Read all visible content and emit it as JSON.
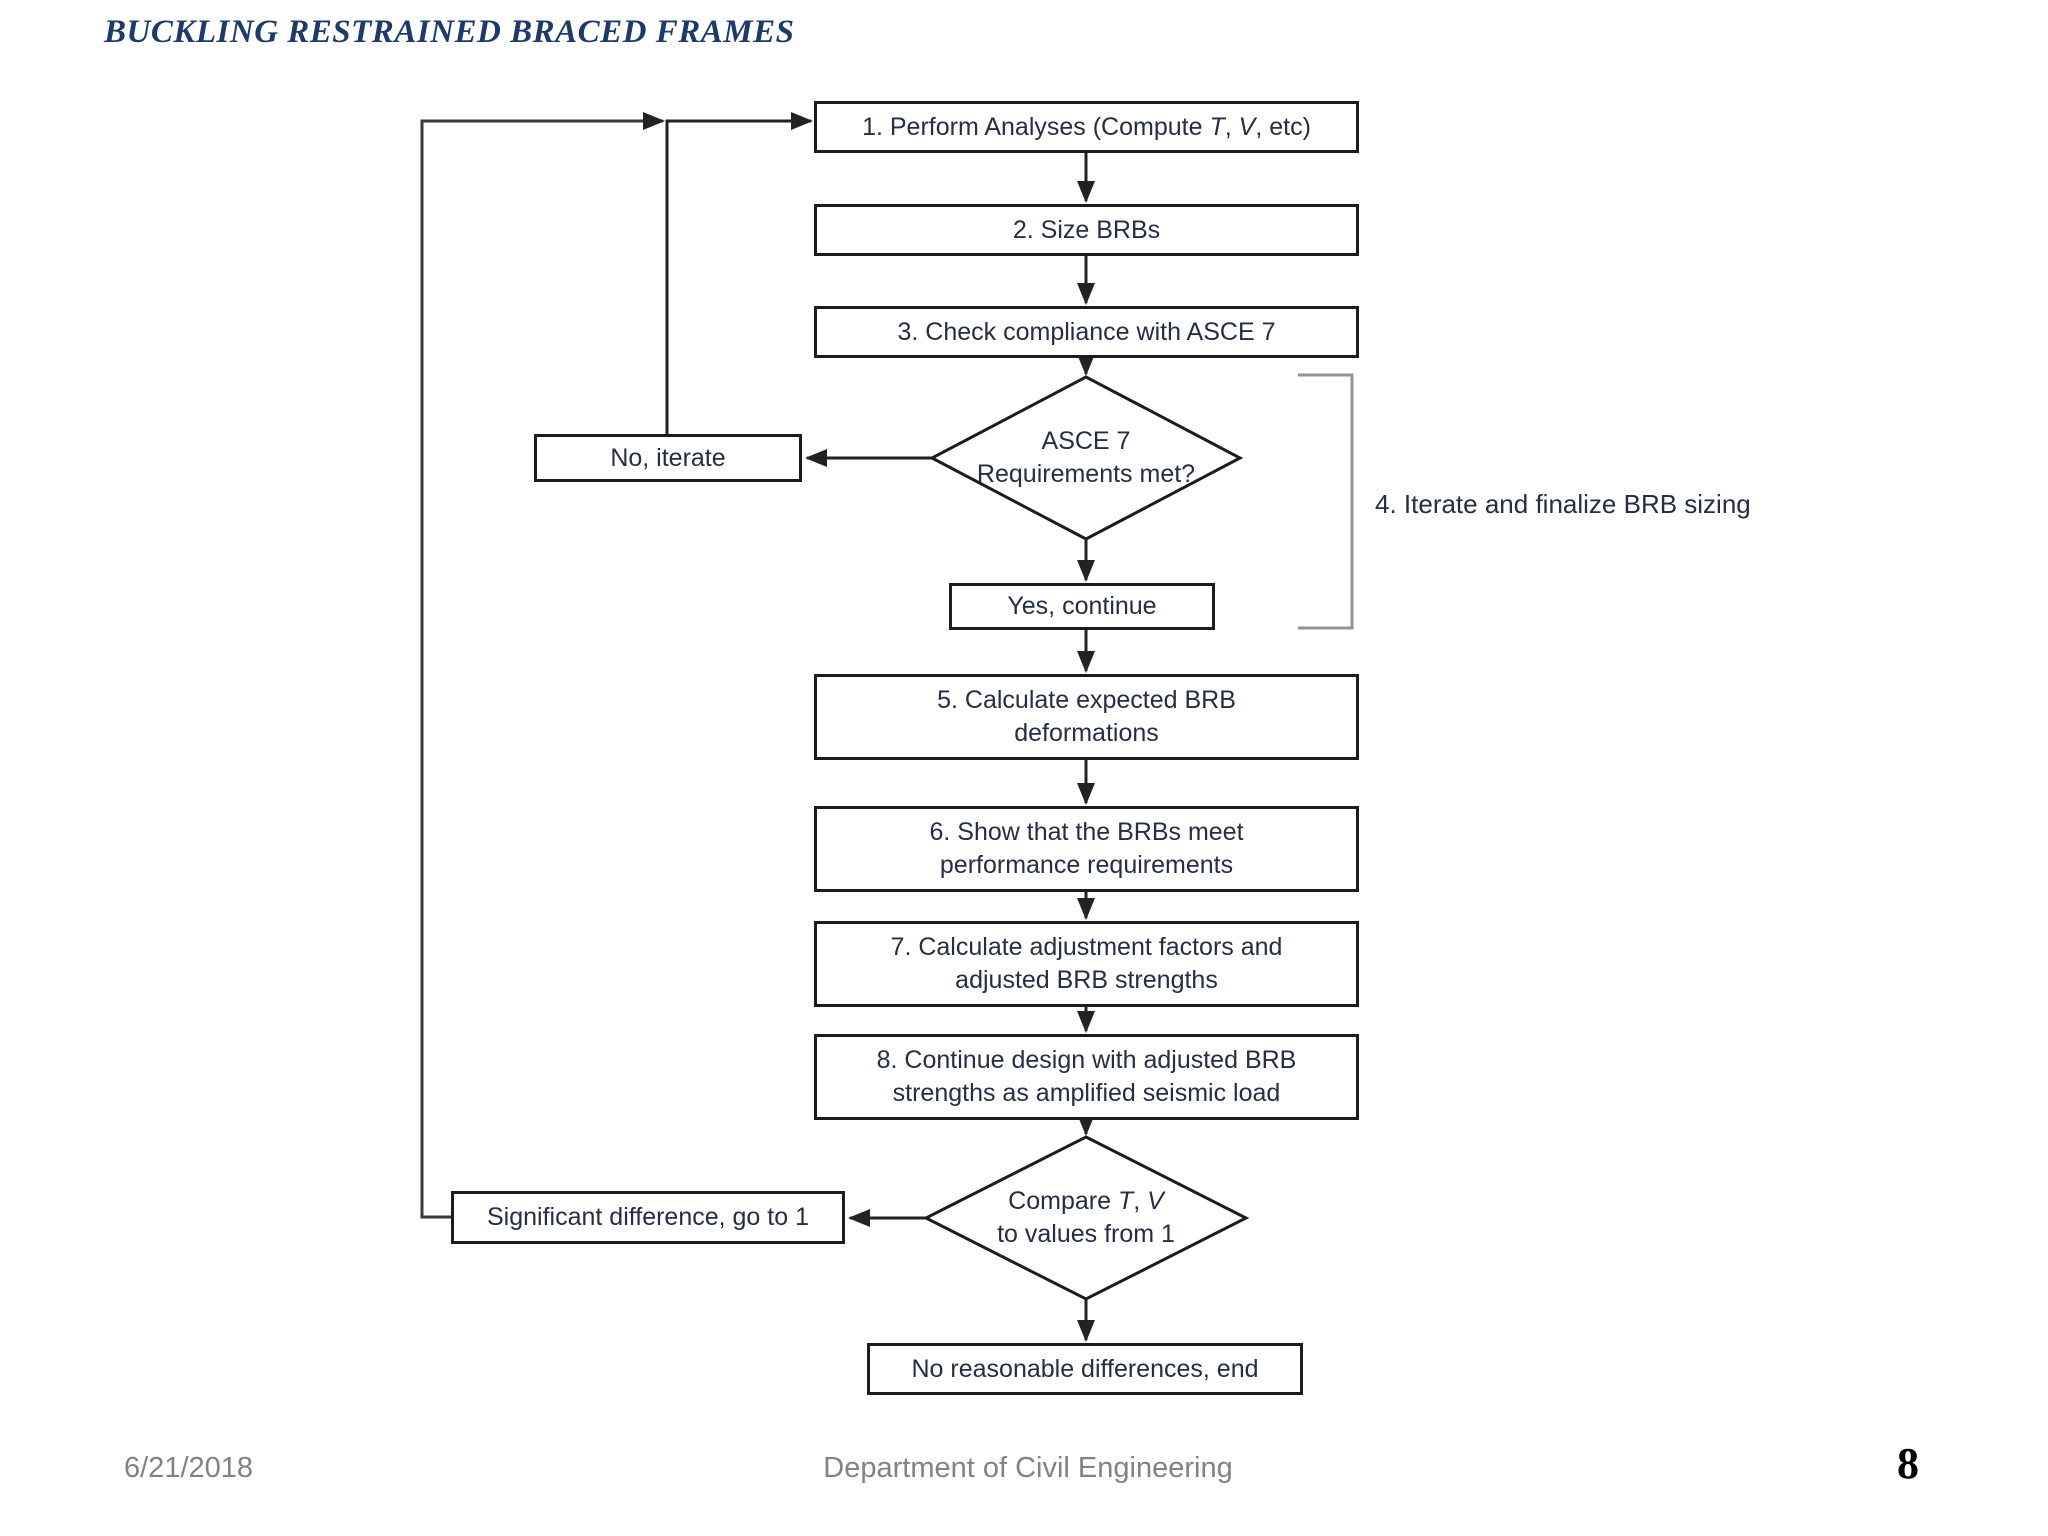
{
  "slide": {
    "title": "BUCKLING RESTRAINED BRACED FRAMES",
    "footer": {
      "date": "6/21/2018",
      "department": "Department of Civil Engineering",
      "page": "8"
    },
    "colors": {
      "title_navy": "#1f3a68",
      "flow_text": "#252e42",
      "line_black": "#222222",
      "bracket_gray": "#949494",
      "footer_gray": "#828282",
      "page_black": "#000000"
    }
  },
  "flowchart": {
    "box1": {
      "parts": [
        {
          "t": "1. Perform Analyses (Compute "
        },
        {
          "t": "T",
          "i": true
        },
        {
          "t": ", "
        },
        {
          "t": "V",
          "i": true
        },
        {
          "t": ", etc)"
        }
      ]
    },
    "box2": {
      "label": "2. Size BRBs"
    },
    "box3": {
      "label": "3. Check compliance with ASCE 7"
    },
    "diamond1": {
      "line1": "ASCE 7",
      "line2": "Requirements met?"
    },
    "no_iterate": {
      "label": "No, iterate"
    },
    "yes_continue": {
      "label": "Yes, continue"
    },
    "iterate_note": {
      "label": "4. Iterate and finalize BRB sizing"
    },
    "box5": {
      "line1": "5. Calculate expected BRB",
      "line2": "deformations"
    },
    "box6": {
      "line1": "6. Show that the BRBs meet",
      "line2": "performance requirements"
    },
    "box7": {
      "line1": "7. Calculate adjustment factors and",
      "line2": "adjusted BRB strengths"
    },
    "box8": {
      "line1": "8. Continue design with adjusted BRB",
      "line2": "strengths as amplified seismic load"
    },
    "diamond2": {
      "line1_parts": [
        {
          "t": "Compare "
        },
        {
          "t": "T",
          "i": true
        },
        {
          "t": ", "
        },
        {
          "t": "V",
          "i": true
        }
      ],
      "line2": "to values from 1"
    },
    "sig_diff": {
      "label": "Significant difference, go to 1"
    },
    "no_diff": {
      "label": "No reasonable differences, end"
    }
  }
}
